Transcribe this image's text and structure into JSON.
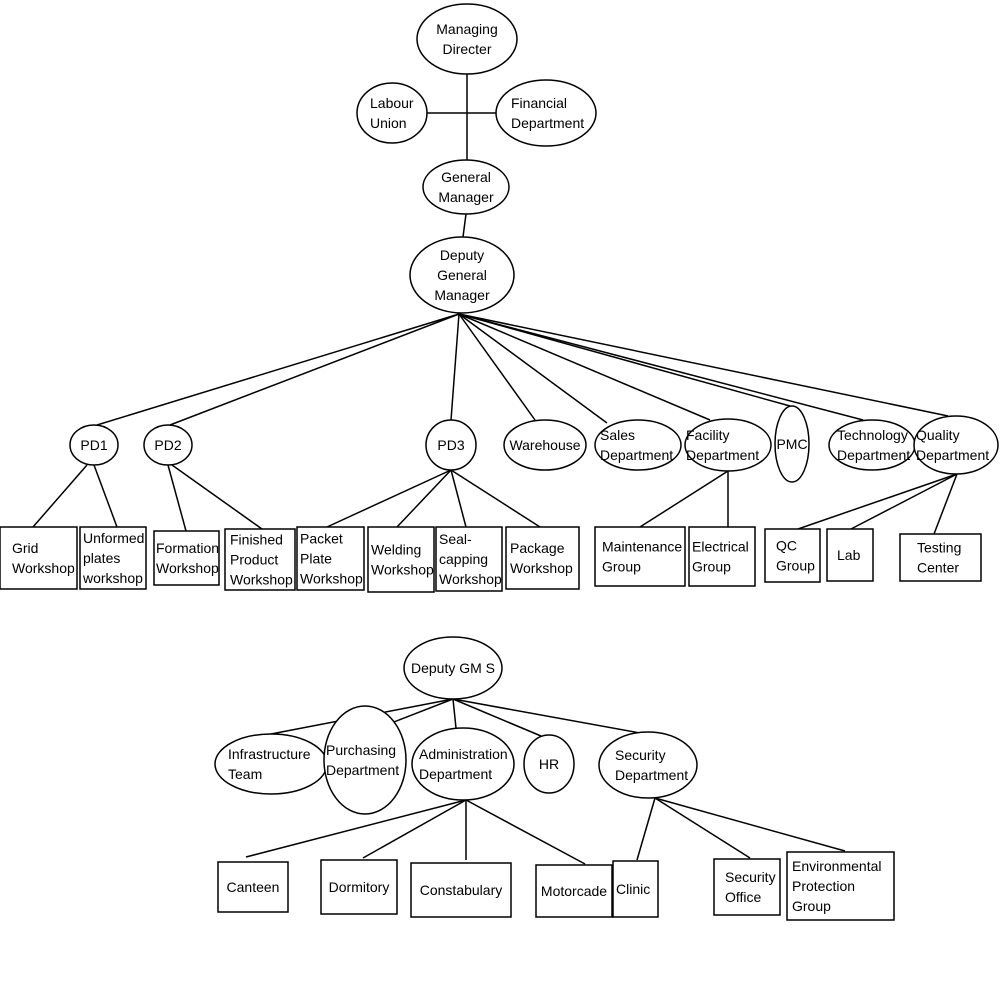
{
  "nodes": {
    "managing_director": [
      "Managing",
      "Directer"
    ],
    "labour_union": [
      "Labour",
      "Union"
    ],
    "financial_department": [
      "Financial",
      "Department"
    ],
    "general_manager": [
      "General",
      "Manager"
    ],
    "deputy_general_manager": [
      "Deputy",
      "General",
      "Manager"
    ],
    "pd1": [
      "PD1"
    ],
    "pd2": [
      "PD2"
    ],
    "pd3": [
      "PD3"
    ],
    "warehouse": [
      "Warehouse"
    ],
    "sales_department": [
      "Sales",
      "Department"
    ],
    "facility_department": [
      "Facility",
      "Department"
    ],
    "pmc": [
      "PMC"
    ],
    "technology_department": [
      "Technology",
      "Department"
    ],
    "quality_department": [
      "Quality",
      "Department"
    ],
    "grid_workshop": [
      "Grid",
      "Workshop"
    ],
    "unformed_plates_workshop": [
      "Unformed",
      "plates",
      "workshop"
    ],
    "formation_workshop": [
      "Formation",
      "Workshop"
    ],
    "finished_product_workshop": [
      "Finished",
      "Product",
      "Workshop"
    ],
    "packet_plate_workshop": [
      "Packet",
      "Plate",
      "Workshop"
    ],
    "welding_workshop": [
      "Welding",
      "Workshop"
    ],
    "seal_capping_workshop": [
      "Seal-",
      "capping",
      "Workshop"
    ],
    "package_workshop": [
      "Package",
      "Workshop"
    ],
    "maintenance_group": [
      "Maintenance",
      "Group"
    ],
    "electrical_group": [
      "Electrical",
      "Group"
    ],
    "qc_group": [
      "QC",
      "Group"
    ],
    "lab": [
      "Lab"
    ],
    "testing_center": [
      "Testing",
      "Center"
    ],
    "deputy_gm_s": [
      "Deputy GM S"
    ],
    "infrastructure_team": [
      "Infrastructure",
      "Team"
    ],
    "purchasing_department": [
      "Purchasing",
      "Department"
    ],
    "administration_department": [
      "Administration",
      "Department"
    ],
    "hr": [
      "HR"
    ],
    "security_department": [
      "Security",
      "Department"
    ],
    "canteen": [
      "Canteen"
    ],
    "dormitory": [
      "Dormitory"
    ],
    "constabulary": [
      "Constabulary"
    ],
    "motorcade": [
      "Motorcade"
    ],
    "clinic": [
      "Clinic"
    ],
    "security_office": [
      "Security",
      "Office"
    ],
    "environmental_protection_group": [
      "Environmental",
      "Protection",
      "Group"
    ]
  },
  "edges": [
    [
      "labour_union",
      "financial_department"
    ],
    [
      "managing_director",
      "general_manager"
    ],
    [
      "general_manager",
      "deputy_general_manager"
    ],
    [
      "deputy_general_manager",
      "pd1"
    ],
    [
      "deputy_general_manager",
      "pd2"
    ],
    [
      "deputy_general_manager",
      "pd3"
    ],
    [
      "deputy_general_manager",
      "warehouse"
    ],
    [
      "deputy_general_manager",
      "sales_department"
    ],
    [
      "deputy_general_manager",
      "facility_department"
    ],
    [
      "deputy_general_manager",
      "pmc"
    ],
    [
      "deputy_general_manager",
      "technology_department"
    ],
    [
      "deputy_general_manager",
      "quality_department"
    ],
    [
      "pd1",
      "grid_workshop"
    ],
    [
      "pd1",
      "unformed_plates_workshop"
    ],
    [
      "pd2",
      "formation_workshop"
    ],
    [
      "pd2",
      "finished_product_workshop"
    ],
    [
      "pd3",
      "packet_plate_workshop"
    ],
    [
      "pd3",
      "welding_workshop"
    ],
    [
      "pd3",
      "seal_capping_workshop"
    ],
    [
      "pd3",
      "package_workshop"
    ],
    [
      "facility_department",
      "maintenance_group"
    ],
    [
      "facility_department",
      "electrical_group"
    ],
    [
      "quality_department",
      "qc_group"
    ],
    [
      "quality_department",
      "lab"
    ],
    [
      "quality_department",
      "testing_center"
    ],
    [
      "deputy_gm_s",
      "infrastructure_team"
    ],
    [
      "deputy_gm_s",
      "purchasing_department"
    ],
    [
      "deputy_gm_s",
      "administration_department"
    ],
    [
      "deputy_gm_s",
      "hr"
    ],
    [
      "deputy_gm_s",
      "security_department"
    ],
    [
      "administration_department",
      "canteen"
    ],
    [
      "administration_department",
      "dormitory"
    ],
    [
      "administration_department",
      "constabulary"
    ],
    [
      "administration_department",
      "motorcade"
    ],
    [
      "security_department",
      "clinic"
    ],
    [
      "security_department",
      "security_office"
    ],
    [
      "security_department",
      "environmental_protection_group"
    ]
  ]
}
